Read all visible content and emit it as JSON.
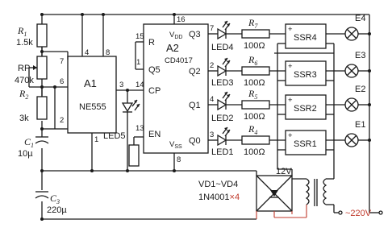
{
  "r1": {
    "name": "R",
    "sub": "1",
    "value": "1.5k"
  },
  "rp": {
    "name": "RP",
    "value": "470k"
  },
  "r2": {
    "name": "R",
    "sub": "2",
    "value": "3k"
  },
  "c1": {
    "name": "C",
    "sub": "1",
    "value": "10µ"
  },
  "c3": {
    "name": "C",
    "sub": "3",
    "value": "220µ"
  },
  "a1": {
    "name": "A1",
    "part": "NE555",
    "pins": {
      "p4": "4",
      "p8": "8",
      "p7": "7",
      "p6": "6",
      "p2": "2",
      "p3": "3",
      "p1": "1"
    }
  },
  "a2": {
    "name": "A2",
    "part": "CD4017",
    "vdd": "V",
    "vdd_sub": "DD",
    "vss": "V",
    "vss_sub": "SS",
    "pins": {
      "p16": "16",
      "p15": "15",
      "p1": "1",
      "p14": "14",
      "p13": "13",
      "p8": "8",
      "p7": "7",
      "p4": "4",
      "p2": "2",
      "p3": "3"
    },
    "labels": {
      "r": "R",
      "q5": "Q5",
      "cp": "CP",
      "en": "EN",
      "q3": "Q3",
      "q2": "Q2",
      "q1": "Q1",
      "q0": "Q0"
    }
  },
  "led5": "LED5",
  "leds": [
    "LED4",
    "LED3",
    "LED2",
    "LED1"
  ],
  "resistors": [
    {
      "name": "R",
      "sub": "7",
      "value": "100Ω"
    },
    {
      "name": "R",
      "sub": "6",
      "value": "100Ω"
    },
    {
      "name": "R",
      "sub": "5",
      "value": "100Ω"
    },
    {
      "name": "R",
      "sub": "4",
      "value": "100Ω"
    }
  ],
  "relays": [
    "SSR4",
    "SSR3",
    "SSR2",
    "SSR1"
  ],
  "relay_plus": "+",
  "relay_minus": "−",
  "lamps": [
    "E4",
    "E3",
    "E2",
    "E1"
  ],
  "rectifier": {
    "diodes": "VD1~VD4",
    "part": "1N4001",
    "count": "×4"
  },
  "transformer": {
    "secondary": "12V",
    "mains": "~220V"
  }
}
